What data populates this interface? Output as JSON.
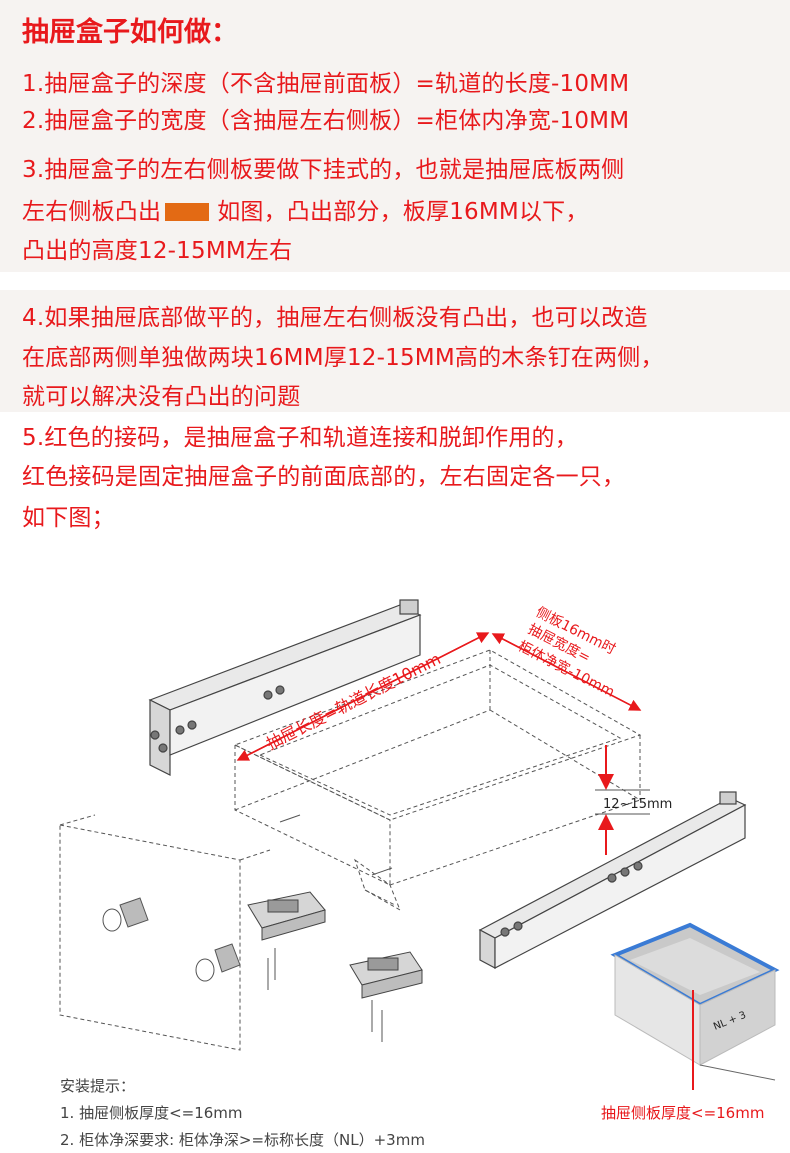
{
  "title": "抽屉盒子如何做：",
  "items": {
    "l1": "1.抽屉盒子的深度（不含抽屉前面板）=轨道的长度-10MM",
    "l2": "2.抽屉盒子的宽度（含抽屉左右侧板）=柜体内净宽-10MM",
    "l3a": "3.抽屉盒子的左右侧板要做下挂式的，也就是抽屉底板两侧",
    "l3b_pre": "左右侧板凸出",
    "l3b_post": "如图，凸出部分，板厚16MM以下，",
    "l3c": "凸出的高度12-15MM左右",
    "l4a": "4.如果抽屉底部做平的，抽屉左右侧板没有凸出，也可以改造",
    "l4b": "在底部两侧单独做两块16MM厚12-15MM高的木条钉在两侧，",
    "l4c": "就可以解决没有凸出的问题",
    "l5a": "5.红色的接码，是抽屉盒子和轨道连接和脱卸作用的，",
    "l5b": "红色接码是固定抽屉盒子的前面底部的，左右固定各一只，",
    "l5c": "如下图；"
  },
  "diagram": {
    "length_label": "抽屉长度=轨道长度10mm",
    "width_label_1": "侧板16mm时",
    "width_label_2": "抽屉宽度=",
    "width_label_3": "柜体净宽-10mm",
    "height_label": "12~15mm",
    "nl_label": "NL + 3",
    "side_thickness_label": "抽屉侧板厚度<=16mm"
  },
  "notes": {
    "heading": "安装提示：",
    "n1": "1. 抽屉侧板厚度<=16mm",
    "n2": "2. 柜体净深要求: 柜体净深>=标称长度（NL）+3mm"
  },
  "colors": {
    "accent_red": "#e8191c",
    "swatch_orange": "#e36a14",
    "band_bg": "#f6f3f1",
    "blue_edge": "#3a7bd5"
  }
}
